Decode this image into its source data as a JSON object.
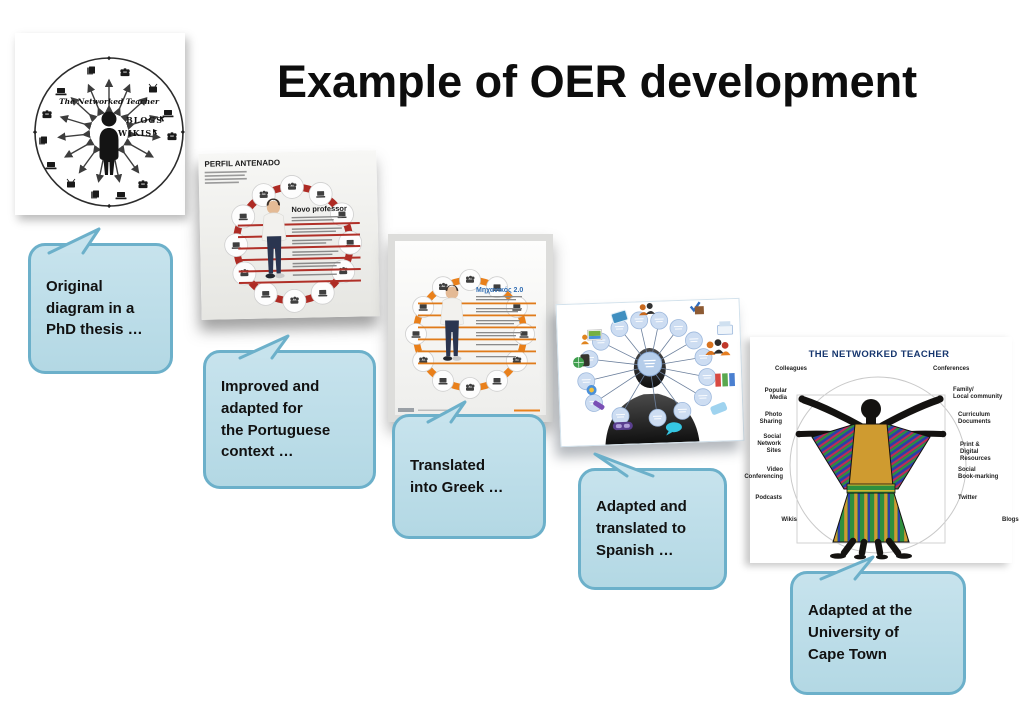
{
  "slide": {
    "title": "Example of OER development"
  },
  "callouts": [
    {
      "text": "Original\ndiagram in a\nPhD thesis …"
    },
    {
      "text": "Improved and\nadapted for\nthe Portuguese\ncontext …"
    },
    {
      "text": "Translated\ninto Greek …"
    },
    {
      "text": "Adapted and\ntranslated to\nSpanish …"
    },
    {
      "text": "Adapted at the\nUniversity of\nCape Town"
    }
  ],
  "diagram_original": {
    "title": "The Networked Teacher",
    "label_blogs": "BLOGS",
    "label_wikis": "WIKIS"
  },
  "diagram_portuguese": {
    "header": "PERFIL ANTENADO",
    "heading": "Novo professor"
  },
  "diagram_greek": {
    "heading": "Μηχανικός 2.0"
  },
  "diagram_capetown": {
    "title": "THE NETWORKED TEACHER",
    "left_labels": [
      "Colleagues",
      "Popular\nMedia",
      "Photo\nSharing",
      "Social\nNetwork\nSites",
      "Video\nConferencing",
      "Podcasts",
      "Wikis"
    ],
    "right_labels": [
      "Conferences",
      "Family/\nLocal community",
      "Curriculum\nDocuments",
      "Print &\nDigital\nResources",
      "Social\nBook-marking",
      "Twitter",
      "Blogs"
    ]
  },
  "colors": {
    "callout_fill": "#c7e3ed",
    "callout_border": "#6cb0ca",
    "portuguese_accent": "#ae2b24",
    "greek_accent": "#e9801b",
    "capetown_title_blue": "#16366e"
  }
}
